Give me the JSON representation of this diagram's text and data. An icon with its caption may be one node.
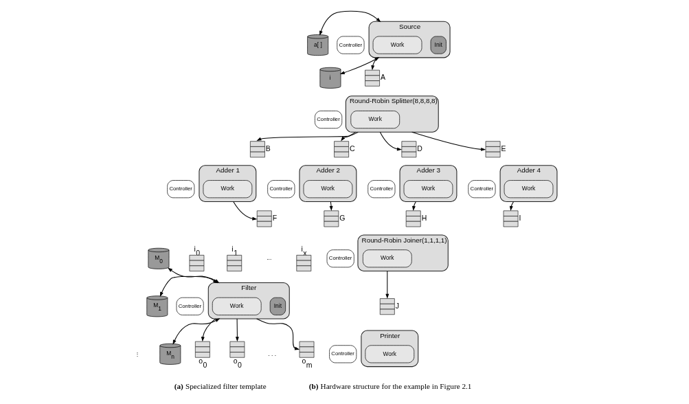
{
  "diagram": {
    "nodes": [
      {
        "text": [
          "M$_{0}$"
        ]
      },
      {
        "text": [
          "M$_{1}$"
        ]
      },
      {
        "text": [
          "M$_{n}$"
        ]
      },
      {
        "text": [],
        "shape": "box",
        "beside": [
          "i$_{0}$"
        ]
      },
      {
        "text": [],
        "shape": "box",
        "beside": [
          "i$_{1}$"
        ]
      },
      {
        "text": [],
        "shape": "box",
        "beside": [
          "i$_{x}$"
        ]
      },
      {
        "text": [
          "Filter"
        ]
      },
      {
        "text": [
          "Work"
        ],
        "in": 6
      },
      {
        "text": [
          "Init"
        ],
        "in": 6
      },
      {
        "text": [
          "Controller"
        ]
      },
      {
        "text": [],
        "shape": "box",
        "beside": [
          "o$_{0}$"
        ]
      },
      {
        "text": [],
        "shape": "box",
        "beside": [
          "o$_{0}$"
        ]
      },
      {
        "text": [],
        "shape": "box",
        "beside": [
          "o$_{m}$"
        ]
      },
      {
        "text": [
          "a[ ]"
        ]
      },
      {
        "text": [
          "i"
        ]
      },
      {
        "text": [
          "Source"
        ]
      },
      {
        "text": [
          "Work"
        ],
        "in": 15
      },
      {
        "text": [
          "Init"
        ],
        "in": 15
      },
      {
        "text": [
          "Controller"
        ]
      },
      {
        "text": [],
        "shape": "box",
        "beside": [
          "A"
        ]
      },
      {
        "text": [
          "Round-Robin Splitter(8,8,8,8)"
        ]
      },
      {
        "text": [
          "Work"
        ],
        "in": 20
      },
      {
        "text": [
          "Controller"
        ]
      },
      {
        "text": [],
        "shape": "box",
        "beside": [
          "B"
        ]
      },
      {
        "text": [],
        "shape": "box",
        "beside": [
          "C"
        ]
      },
      {
        "text": [],
        "shape": "box",
        "beside": [
          "D"
        ]
      },
      {
        "text": [],
        "shape": "box",
        "beside": [
          "E"
        ]
      },
      {
        "text": [
          "Adder 1"
        ]
      },
      {
        "text": [
          "Work"
        ],
        "in": 27
      },
      {
        "text": [
          "Controller"
        ]
      },
      {
        "text": [
          "Adder 2"
        ]
      },
      {
        "text": [
          "Work"
        ],
        "in": 30
      },
      {
        "text": [
          "Controller"
        ]
      },
      {
        "text": [
          "Adder 3"
        ]
      },
      {
        "text": [
          "Work"
        ],
        "in": 33
      },
      {
        "text": [
          "Controller"
        ]
      },
      {
        "text": [
          "Adder 4"
        ]
      },
      {
        "text": [
          "Work"
        ],
        "in": 36
      },
      {
        "text": [
          "Controller"
        ]
      },
      {
        "text": [],
        "shape": "box",
        "beside": [
          "F"
        ]
      },
      {
        "text": [],
        "shape": "box",
        "beside": [
          "G"
        ]
      },
      {
        "text": [],
        "shape": "box",
        "beside": [
          "H"
        ]
      },
      {
        "text": [],
        "shape": "box",
        "beside": [
          "I"
        ]
      },
      {
        "text": [
          "Round-Robin Joiner(1,1,1,1)"
        ]
      },
      {
        "text": [
          "Work"
        ],
        "in": 43
      },
      {
        "text": [
          "Controller"
        ]
      },
      {
        "text": [],
        "shape": "box",
        "beside": [
          "J"
        ]
      },
      {
        "text": [
          "Printer"
        ]
      },
      {
        "text": [
          "Work"
        ],
        "in": 47
      },
      {
        "text": [
          "Controller"
        ]
      }
    ],
    "edges": [
      {
        "from": 0,
        "to": 6,
        "arrow": "both"
      },
      {
        "from": 1,
        "to": 6,
        "arrow": "both"
      },
      {
        "from": 2,
        "to": 6,
        "arrow": "both"
      },
      {
        "from": 6,
        "to": 10,
        "arrow": "to"
      },
      {
        "from": 6,
        "to": 11,
        "arrow": "to"
      },
      {
        "from": 6,
        "to": 12,
        "arrow": "to"
      },
      {
        "from": 13,
        "to": 15,
        "arrow": "both"
      },
      {
        "from": 14,
        "to": 15,
        "arrow": "both"
      },
      {
        "from": 15,
        "to": 19,
        "arrow": "to"
      },
      {
        "from": 20,
        "to": 23,
        "arrow": "to"
      },
      {
        "from": 20,
        "to": 24,
        "arrow": "to"
      },
      {
        "from": 20,
        "to": 25,
        "arrow": "to"
      },
      {
        "from": 20,
        "to": 26,
        "arrow": "to"
      },
      {
        "from": 27,
        "to": 39,
        "arrow": "to"
      },
      {
        "from": 30,
        "to": 40,
        "arrow": "to"
      },
      {
        "from": 33,
        "to": 41,
        "arrow": "to"
      },
      {
        "from": 36,
        "to": 42,
        "arrow": "to"
      },
      {
        "from": 43,
        "to": 46,
        "arrow": "to"
      }
    ],
    "labels": [
      "⋮",
      "...",
      ". . .",
      "**(a)** Specialized filter template",
      "**(b)** Hardware structure for the example in Figure 2.1"
    ]
  }
}
